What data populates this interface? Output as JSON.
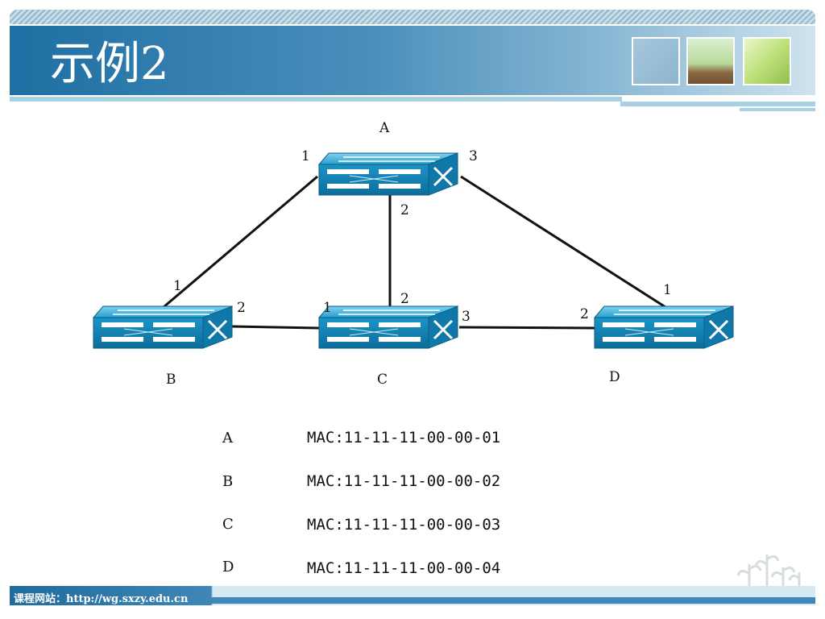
{
  "title": "示例2",
  "footer": {
    "text": "课程网站：http://wg.sxzy.edu.cn"
  },
  "colors": {
    "title_bar": "#1e6fa3",
    "switch_blue": "#1a8fc0",
    "link": "#111111"
  },
  "diagram": {
    "nodes": [
      {
        "id": "A",
        "label": "A"
      },
      {
        "id": "B",
        "label": "B"
      },
      {
        "id": "C",
        "label": "C"
      },
      {
        "id": "D",
        "label": "D"
      }
    ],
    "links": [
      {
        "from": "A",
        "from_port": "1",
        "to": "B",
        "to_port": "1"
      },
      {
        "from": "A",
        "from_port": "2",
        "to": "C",
        "to_port": "2"
      },
      {
        "from": "A",
        "from_port": "3",
        "to": "D",
        "to_port": "1"
      },
      {
        "from": "B",
        "from_port": "2",
        "to": "C",
        "to_port": "1"
      },
      {
        "from": "C",
        "from_port": "3",
        "to": "D",
        "to_port": "2"
      }
    ]
  },
  "mac_table": [
    {
      "node": "A",
      "mac": "MAC:11-11-11-00-00-01"
    },
    {
      "node": "B",
      "mac": "MAC:11-11-11-00-00-02"
    },
    {
      "node": "C",
      "mac": "MAC:11-11-11-00-00-03"
    },
    {
      "node": "D",
      "mac": "MAC:11-11-11-00-00-04"
    }
  ]
}
